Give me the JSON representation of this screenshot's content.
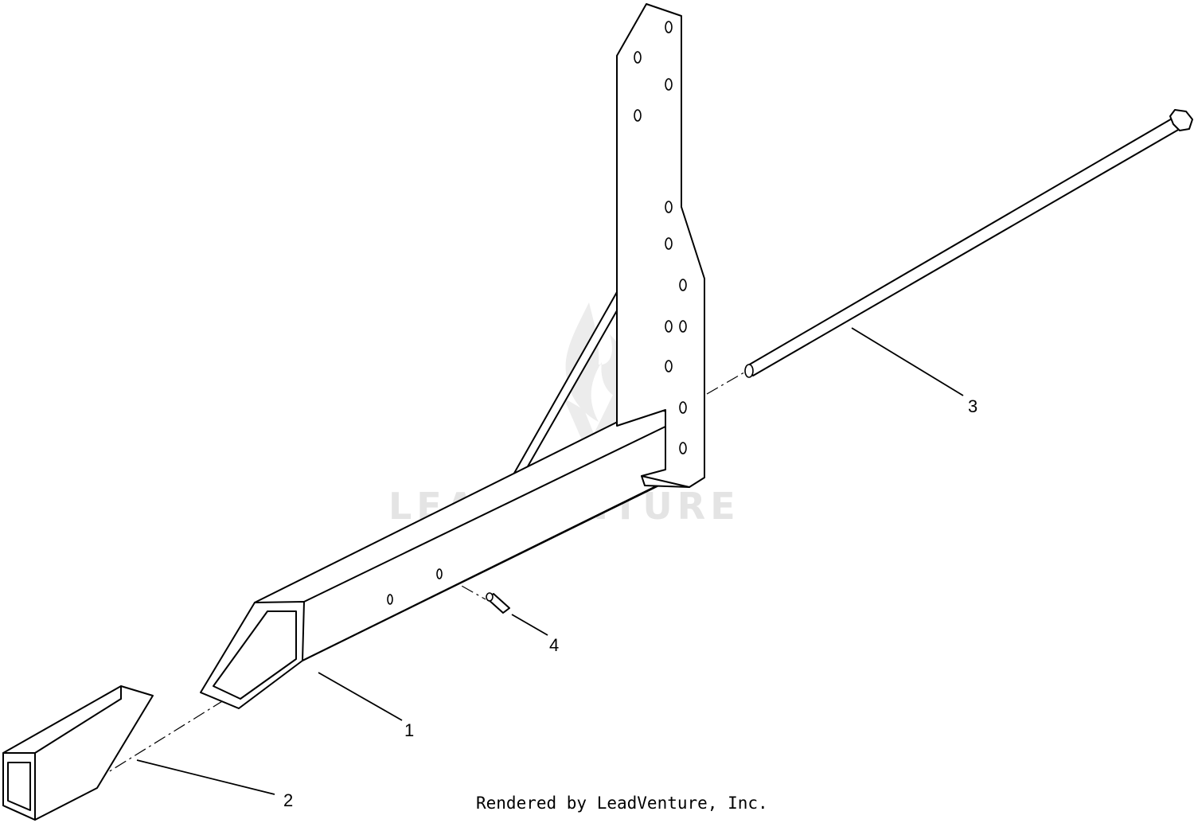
{
  "watermark": {
    "text": "LEADVENTURE"
  },
  "callouts": [
    {
      "id": "1",
      "label": "1"
    },
    {
      "id": "2",
      "label": "2"
    },
    {
      "id": "3",
      "label": "3"
    },
    {
      "id": "4",
      "label": "4"
    }
  ],
  "footer": {
    "text": "Rendered by LeadVenture, Inc."
  }
}
